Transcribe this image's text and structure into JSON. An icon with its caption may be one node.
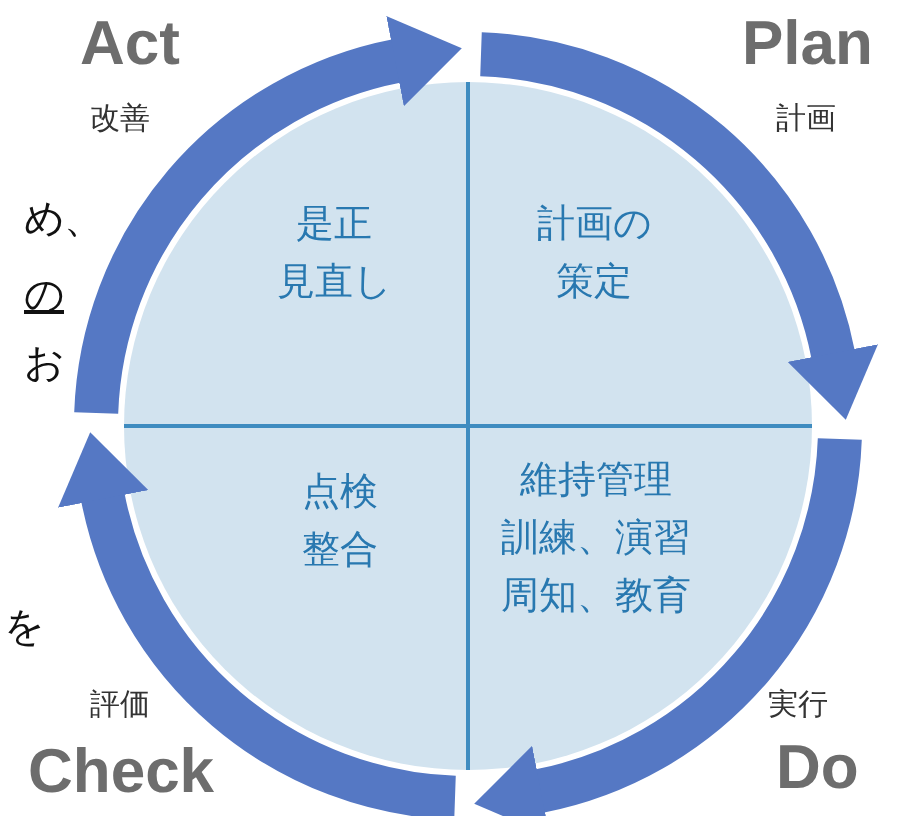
{
  "diagram": {
    "nodes": [
      {
        "text": [
          "是正見直し"
        ],
        "beside": [
          "Act",
          "改善"
        ]
      },
      {
        "text": [
          "計画の策定"
        ],
        "beside": [
          "Plan",
          "計画"
        ]
      },
      {
        "text": [
          "点検整合"
        ],
        "beside": [
          "評価",
          "Check"
        ]
      },
      {
        "text": [
          "維持管理訓練、演習周知、教育"
        ],
        "beside": [
          "実行",
          "Do"
        ]
      }
    ],
    "labels": [
      "め、",
      "の",
      "お",
      "を"
    ]
  }
}
